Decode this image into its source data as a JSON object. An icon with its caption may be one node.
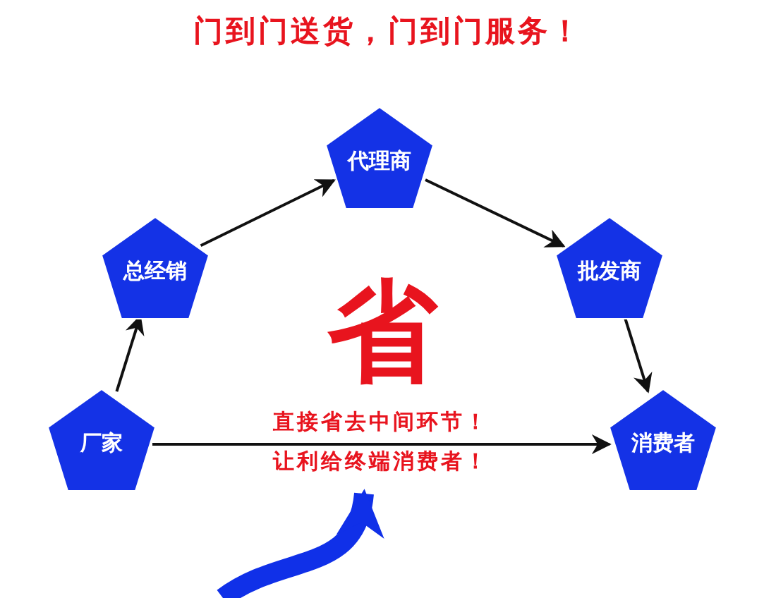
{
  "diagram": {
    "title": "门到门送货，门到门服务！",
    "nodes": [
      {
        "text": [
          "代理商"
        ]
      },
      {
        "text": [
          "总经销"
        ]
      },
      {
        "text": [
          "批发商"
        ]
      },
      {
        "text": [
          "厂家"
        ]
      },
      {
        "text": [
          "消费者"
        ]
      },
      {
        "text": [
          "直接省去中间环节！"
        ]
      },
      {
        "text": [
          "让利给终端消费者！"
        ]
      }
    ],
    "edges": [
      {
        "from": 3,
        "to": 1,
        "arrow": "to"
      },
      {
        "from": 1,
        "to": 0,
        "arrow": "to"
      },
      {
        "from": 0,
        "to": 2,
        "arrow": "to"
      },
      {
        "from": 2,
        "to": 4,
        "arrow": "to"
      },
      {
        "from": 3,
        "to": 4,
        "arrow": "to"
      },
      {
        "from": null,
        "to": 6,
        "arrow": "to",
        "style": "thick",
        "color": "#1030e8"
      }
    ],
    "labels": [
      "省"
    ]
  }
}
